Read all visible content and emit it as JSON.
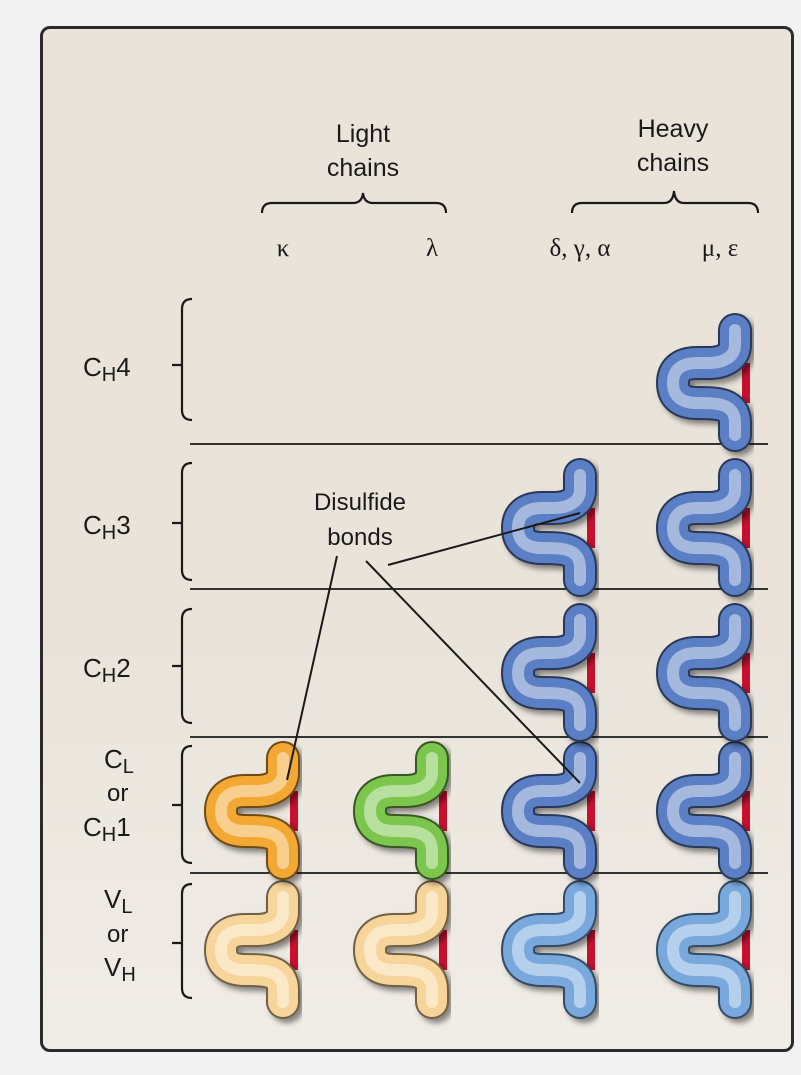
{
  "header": {
    "light": {
      "line1": "Light",
      "line2": "chains",
      "kappa": "κ",
      "lambda": "λ"
    },
    "heavy": {
      "line1": "Heavy",
      "line2": "chains",
      "dga": "δ, γ, α",
      "me": "μ, ε"
    }
  },
  "domains": {
    "ch4": {
      "main": "C",
      "sub": "H",
      "tail": "4"
    },
    "ch3": {
      "main": "C",
      "sub": "H",
      "tail": "3"
    },
    "ch2": {
      "main": "C",
      "sub": "H",
      "tail": "2"
    },
    "cl_ch1": {
      "l1_main": "C",
      "l1_sub": "L",
      "or": "or",
      "l3_main": "C",
      "l3_sub": "H",
      "l3_tail": "1"
    },
    "vl_vh": {
      "l1_main": "V",
      "l1_sub": "L",
      "or": "or",
      "l3_main": "V",
      "l3_sub": "H"
    }
  },
  "annotation": {
    "line1": "Disulfide",
    "line2": "bonds"
  },
  "colors": {
    "kappa_constant": "#f2a832",
    "lambda_constant": "#7cc64e",
    "light_variable": "#f7d59a",
    "heavy_constant": "#5b7fc4",
    "heavy_variable": "#79a9dc",
    "disulfide": "#c8102e"
  }
}
